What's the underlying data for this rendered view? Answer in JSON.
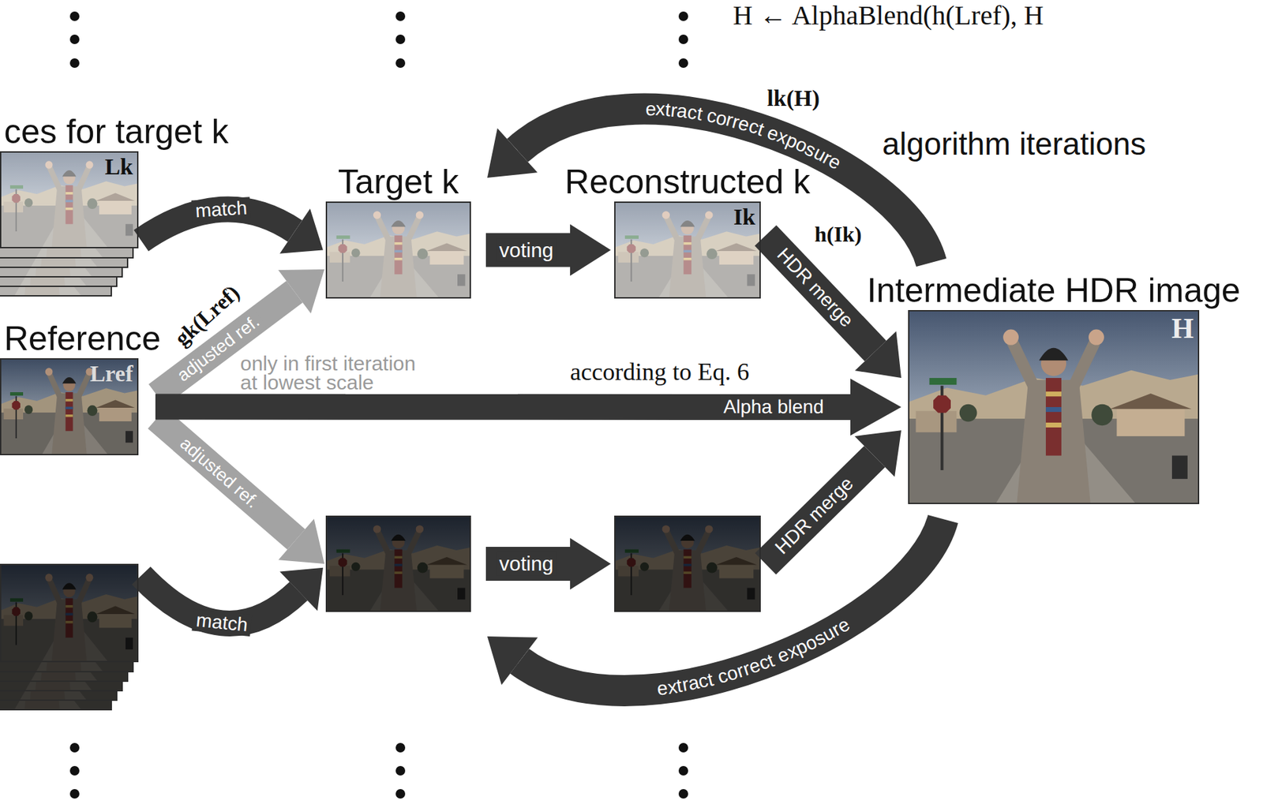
{
  "diagram": {
    "nodes": [
      {
        "text": [
          "ces for target k",
          "Lk"
        ]
      },
      {
        "text": [
          "Target k"
        ]
      },
      {
        "text": [
          "Reconstructed k",
          "Ik"
        ]
      },
      {
        "text": [
          "Reference",
          "Lref"
        ]
      },
      {
        "text": [
          "Intermediate HDR image",
          "H"
        ]
      },
      {
        "text": []
      },
      {
        "text": []
      },
      {
        "text": []
      }
    ],
    "edges": [
      {
        "from": 0,
        "to": 1,
        "arrow": "to",
        "label": "match"
      },
      {
        "from": 1,
        "to": 2,
        "arrow": "to",
        "label": "voting"
      },
      {
        "from": 2,
        "to": 4,
        "arrow": "to",
        "label": "HDR merge"
      },
      {
        "from": 4,
        "to": 1,
        "arrow": "to",
        "label": "extract correct exposure"
      },
      {
        "from": 3,
        "to": 1,
        "arrow": "to",
        "label": "adjusted ref."
      },
      {
        "from": 3,
        "to": 4,
        "arrow": "to",
        "label": "Alpha blend"
      },
      {
        "from": 3,
        "to": 6,
        "arrow": "to",
        "label": "adjusted ref."
      },
      {
        "from": 5,
        "to": 6,
        "arrow": "to",
        "label": "match"
      },
      {
        "from": 6,
        "to": 7,
        "arrow": "to",
        "label": "voting"
      },
      {
        "from": 7,
        "to": 4,
        "arrow": "to",
        "label": "HDR merge"
      },
      {
        "from": 4,
        "to": 6,
        "arrow": "to",
        "label": "extract correct exposure"
      }
    ],
    "labels": [
      "H ← AlphaBlend(h(Lref), H",
      "algorithm iterations",
      "only in first iteration at lowest scale",
      "according to Eq. 6",
      "lk(H)",
      "h(Ik)",
      "gk(Lref)"
    ]
  }
}
